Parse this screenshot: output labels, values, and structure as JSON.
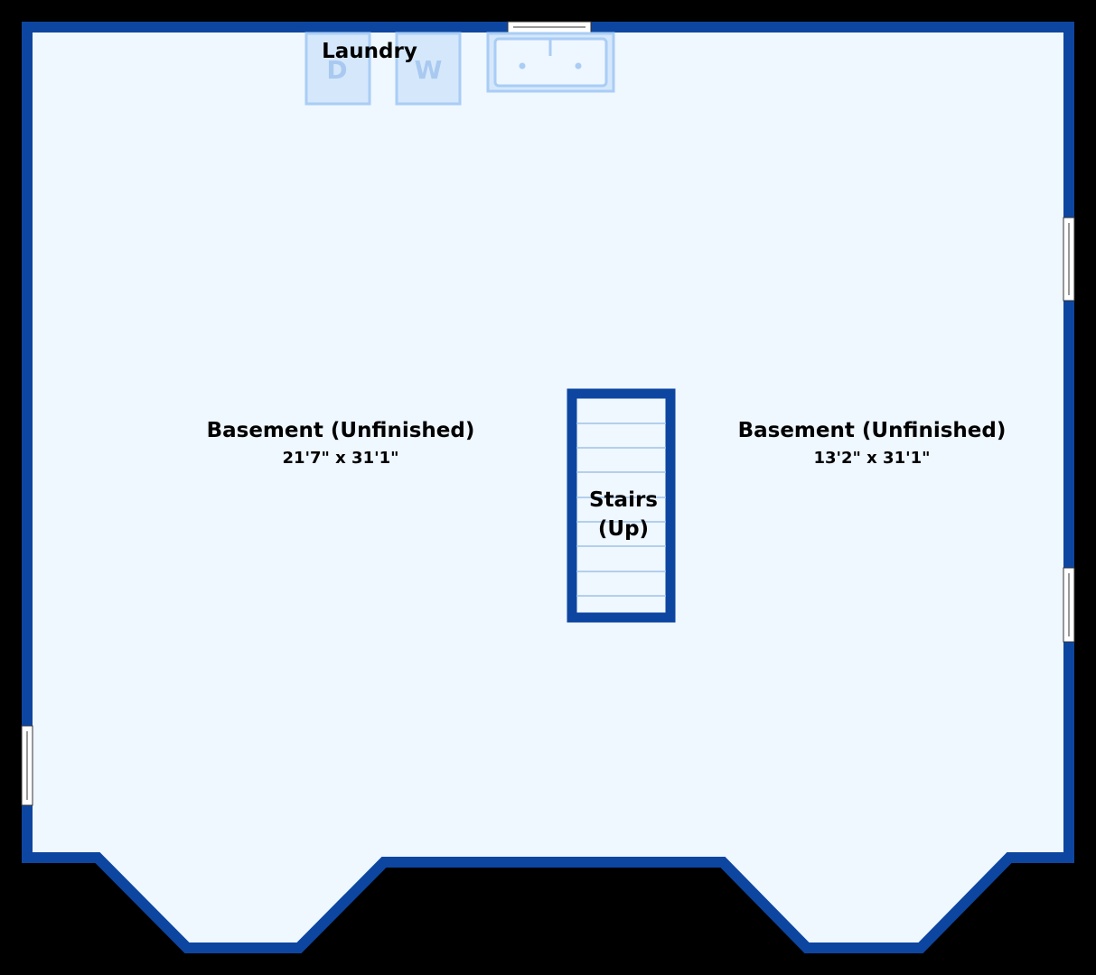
{
  "plan": {
    "colors": {
      "background": "#000000",
      "floor": "#eff7ff",
      "wall": "#0d46a0",
      "fixture_fill": "#d5e8fb",
      "fixture_stroke": "#a9cdf5",
      "stair_tread": "#9fc3e6",
      "window": "#ffffff"
    },
    "rooms": [
      {
        "name": "Basement (Unfinished)",
        "dimensions": "21'7\" x 31'1\""
      },
      {
        "name": "Basement (Unfinished)",
        "dimensions": "13'2\" x 31'1\""
      }
    ],
    "laundry": {
      "label": "Laundry",
      "dryer_letter": "D",
      "washer_letter": "W"
    },
    "stairs": {
      "line1": "Stairs",
      "line2": "(Up)"
    }
  }
}
